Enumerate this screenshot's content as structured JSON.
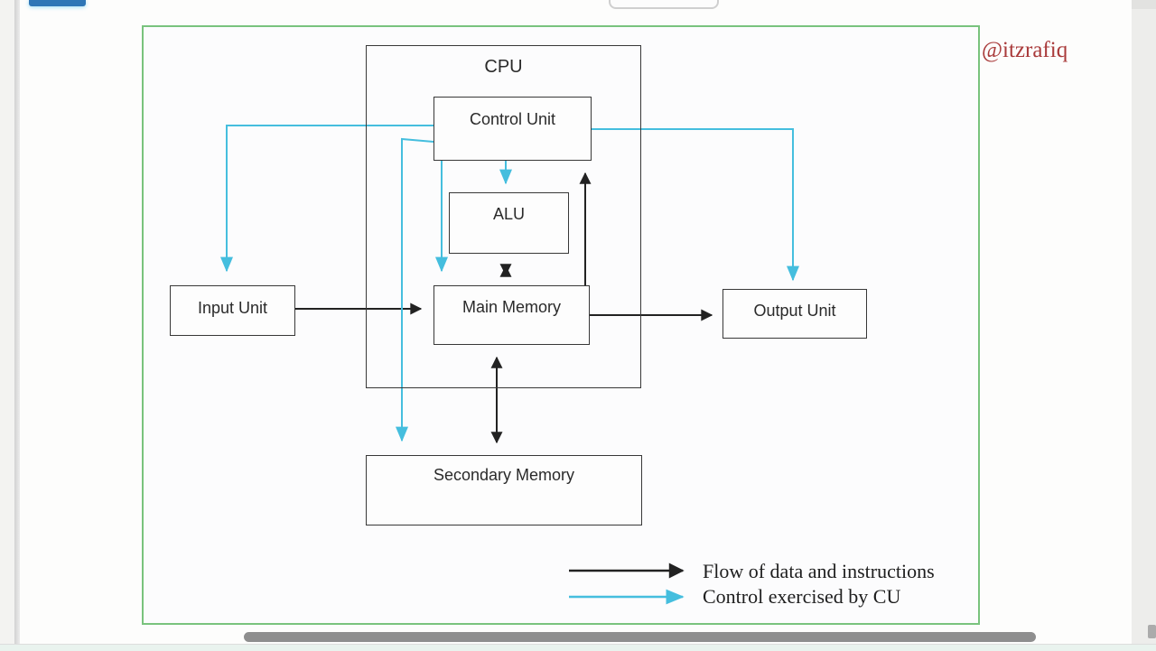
{
  "watermark": "@itzrafiq",
  "diagram": {
    "nodes": {
      "cpu": {
        "label": "CPU"
      },
      "control_unit": {
        "label": "Control Unit"
      },
      "alu": {
        "label": "ALU"
      },
      "main_memory": {
        "label": "Main Memory"
      },
      "input_unit": {
        "label": "Input Unit"
      },
      "output_unit": {
        "label": "Output Unit"
      },
      "secondary_memory": {
        "label": "Secondary Memory"
      }
    },
    "legend": {
      "data_flow": {
        "label": "Flow of data and instructions",
        "color": "#222222"
      },
      "control": {
        "label": "Control exercised by CU",
        "color": "#45bede"
      }
    },
    "colors": {
      "frame_green": "#79c37d",
      "data_arrow": "#222222",
      "control_arrow": "#45bede",
      "box_border": "#383838",
      "watermark_red": "#a93a3a"
    }
  }
}
